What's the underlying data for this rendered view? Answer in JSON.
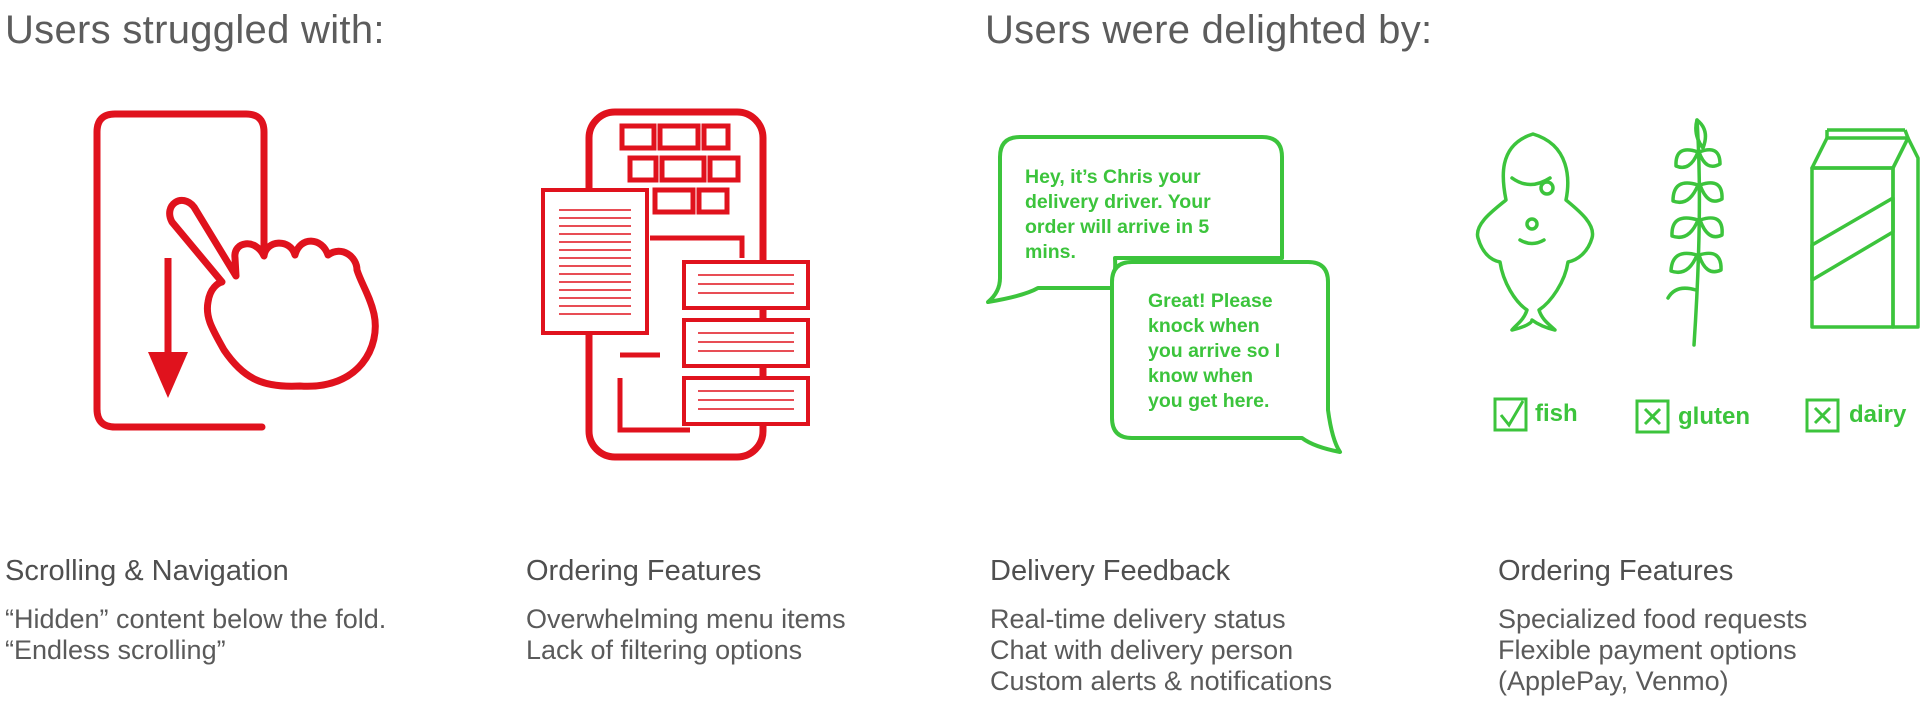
{
  "headings": {
    "struggled": "Users struggled with:",
    "delighted": "Users were delighted by:"
  },
  "colors": {
    "struggle": "#e0121d",
    "delight": "#3cc43c",
    "text": "#5a5a5a"
  },
  "icons": [
    "scrolling-phone-icon",
    "menu-overload-phone-icon",
    "chat-bubbles-icon",
    "fish-icon",
    "wheat-icon",
    "milk-carton-icon"
  ],
  "chat": {
    "driver_lines": [
      "Hey, it’s Chris your",
      "delivery driver. Your",
      "order will arrive in 5",
      "mins."
    ],
    "user_lines": [
      "Great! Please",
      "knock when",
      "you arrive so I",
      "know when",
      "you get here."
    ]
  },
  "dietary": [
    {
      "label": "fish",
      "state": "checked"
    },
    {
      "label": "gluten",
      "state": "excluded"
    },
    {
      "label": "dairy",
      "state": "excluded"
    }
  ],
  "columns": [
    {
      "title": "Scrolling & Navigation",
      "lines": [
        "“Hidden” content below the fold.",
        "“Endless scrolling”"
      ]
    },
    {
      "title": "Ordering Features",
      "lines": [
        "Overwhelming menu items",
        "Lack of filtering options"
      ]
    },
    {
      "title": "Delivery Feedback",
      "lines": [
        "Real-time delivery status",
        "Chat with delivery person",
        "Custom alerts & notifications"
      ]
    },
    {
      "title": "Ordering Features",
      "lines": [
        "Specialized food requests",
        "Flexible payment options",
        "(ApplePay, Venmo)"
      ]
    }
  ]
}
